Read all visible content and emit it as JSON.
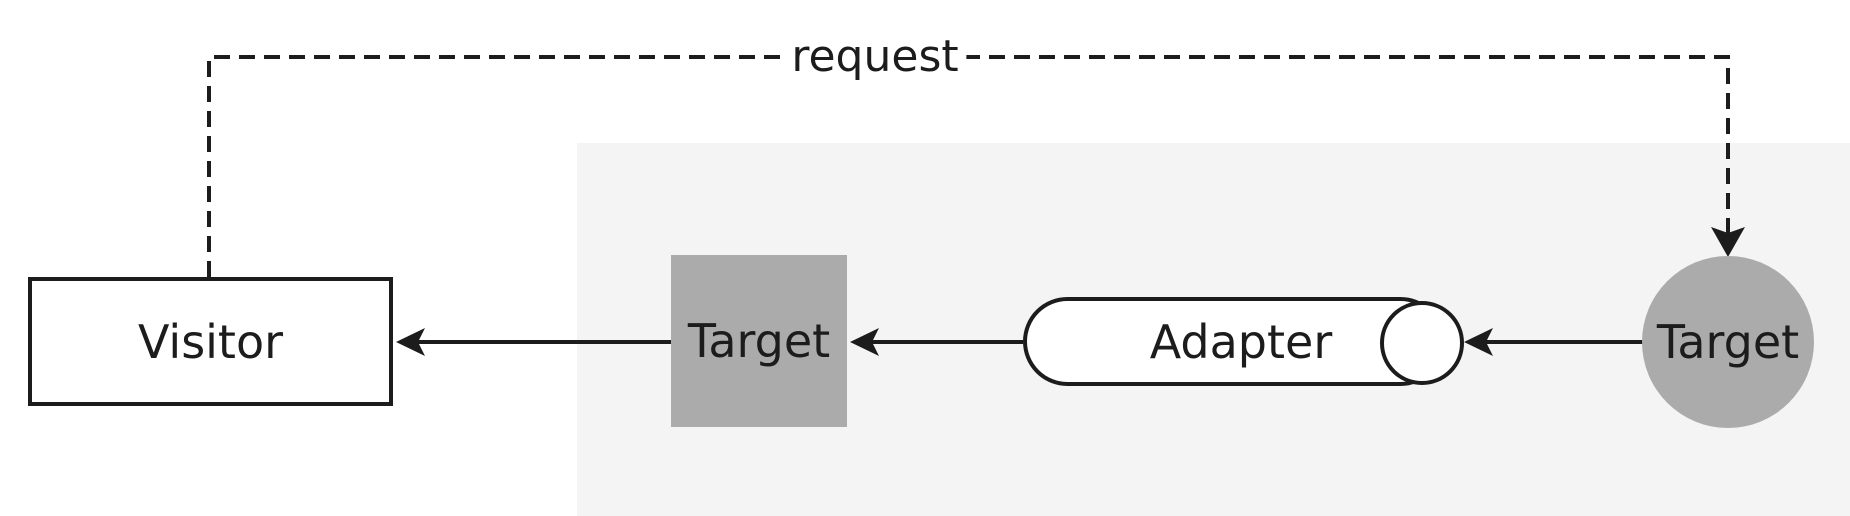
{
  "colors": {
    "background": "#ffffff",
    "panel": "#f4f4f4",
    "node_fill_gray": "#ababab",
    "node_fill_white": "#ffffff",
    "stroke": "#1c1c1c"
  },
  "nodes": {
    "visitor": {
      "label": "Visitor",
      "shape": "rectangle",
      "fill": "white"
    },
    "target_square": {
      "label": "Target",
      "shape": "square",
      "fill": "gray"
    },
    "adapter": {
      "label": "Adapter",
      "shape": "stadium-with-socket-circle",
      "fill": "white"
    },
    "target_circle": {
      "label": "Target",
      "shape": "circle",
      "fill": "gray"
    }
  },
  "edges": {
    "request": {
      "label": "request",
      "style": "dashed",
      "from": "visitor",
      "to": "target_circle"
    },
    "target_circle_to_adapter": {
      "style": "solid-arrow",
      "from": "target_circle",
      "to": "adapter"
    },
    "adapter_to_target_square": {
      "style": "solid-arrow",
      "from": "adapter",
      "to": "target_square"
    },
    "target_square_to_visitor": {
      "style": "solid-arrow",
      "from": "target_square",
      "to": "visitor"
    }
  }
}
